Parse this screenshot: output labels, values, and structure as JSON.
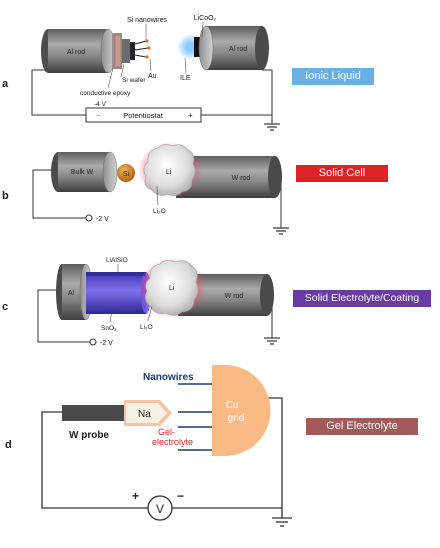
{
  "panels": {
    "a": {
      "letter": "a",
      "tag": {
        "text": "Ionic Liquid",
        "color": "#6ab0e4"
      },
      "labels": {
        "si_nanowires": "Si nanowires",
        "licoo2": "LiCoO₂",
        "al_rod_left": "Al rod",
        "al_rod_right": "Al rod",
        "si_wafer": "Si wafer",
        "au": "Au",
        "ile": "ILE",
        "conductive_epoxy": "conductive epoxy",
        "voltage": "-4 V",
        "minus": "-",
        "potentiostat": "Potentiostat",
        "plus": "+"
      }
    },
    "b": {
      "letter": "b",
      "tag": {
        "text": "Solid Cell",
        "color": "#dd2326"
      },
      "labels": {
        "bulk_w": "Bulk W",
        "si": "Si",
        "li": "Li",
        "w_rod": "W rod",
        "li2o": "Li₂O",
        "voltage": "-2 V"
      }
    },
    "c": {
      "letter": "c",
      "tag": {
        "text": "Solid Electrolyte/Coating",
        "color": "#6a3aa5"
      },
      "labels": {
        "lialsio": "LiAlSiO",
        "al": "Al",
        "li": "Li",
        "w_rod": "W rod",
        "sno2": "SnO₂",
        "li2o": "Li₂O",
        "voltage": "-2 V"
      }
    },
    "d": {
      "letter": "d",
      "tag": {
        "text": "Gel Electrolyte",
        "color": "#a25a5a"
      },
      "labels": {
        "nanowires": "Nanowires",
        "na": "Na",
        "cu_grid": [
          "Cu",
          "grid"
        ],
        "w_probe": "W probe",
        "gel_electrolyte": [
          "Gel-",
          "electrolyte"
        ],
        "plus": "+",
        "minus": "−",
        "voltmeter": "V"
      }
    }
  }
}
